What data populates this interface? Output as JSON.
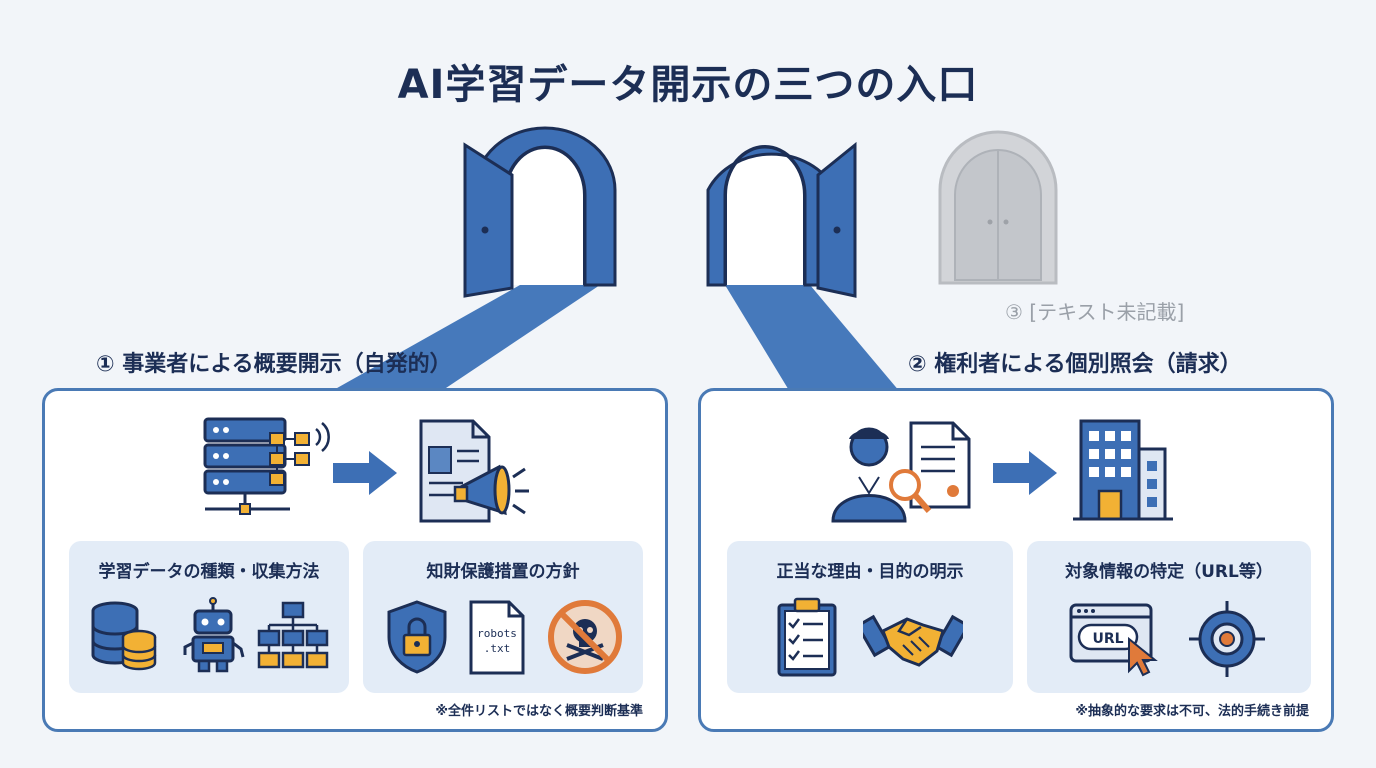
{
  "title": "AI学習データ開示の三つの入口",
  "entrance1": {
    "label": "① 事業者による概要開示（自発的）",
    "sub1": {
      "title": "学習データの種類・収集方法",
      "icons": [
        "database-icon",
        "robot-icon",
        "hierarchy-icon"
      ]
    },
    "sub2": {
      "title": "知財保護措置の方針",
      "icons": [
        "shield-lock-icon",
        "robots-txt-file-icon",
        "prohibited-pirate-icon"
      ],
      "file_text_1": "robots",
      "file_text_2": ".txt"
    },
    "note": "※全件リストではなく概要判断基準"
  },
  "entrance2": {
    "label": "② 権利者による個別照会（請求）",
    "sub1": {
      "title": "正当な理由・目的の明示",
      "icons": [
        "clipboard-checklist-icon",
        "handshake-icon"
      ]
    },
    "sub2": {
      "title": "対象情報の特定（URL等）",
      "icons": [
        "url-browser-icon",
        "target-icon"
      ],
      "url_text": "URL"
    },
    "note": "※抽象的な要求は不可、法的手続き前提"
  },
  "entrance3": {
    "label": "③ [テキスト未記載]"
  },
  "colors": {
    "primary": "#3f6fb0",
    "dark": "#1c2e55",
    "accent": "#f2b134",
    "light_panel": "#e3ecf7",
    "disabled": "#c8cbd0",
    "danger": "#e07a3a"
  }
}
